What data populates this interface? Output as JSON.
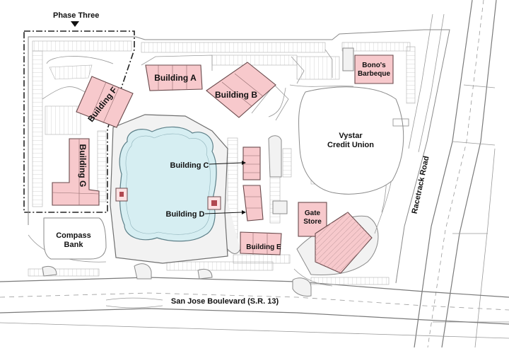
{
  "map": {
    "phase_label": "Phase Three",
    "buildings": {
      "a": "Building A",
      "b": "Building B",
      "c": "Building C",
      "d": "Building D",
      "e": "Building E",
      "f": "Building F",
      "g": "Building G"
    },
    "tenants": {
      "bonos_line1": "Bono's",
      "bonos_line2": "Barbeque",
      "vystar_line1": "Vystar",
      "vystar_line2": "Credit Union",
      "gate_line1": "Gate",
      "gate_line2": "Store",
      "compass_line1": "Compass",
      "compass_line2": "Bank"
    },
    "roads": {
      "south": "San Jose Boulevard (S.R. 13)",
      "east": "Racetrack Road"
    },
    "colors": {
      "building_fill": "#f7c9cc",
      "pond_fill": "#d6eef2",
      "background": "#ffffff"
    }
  }
}
